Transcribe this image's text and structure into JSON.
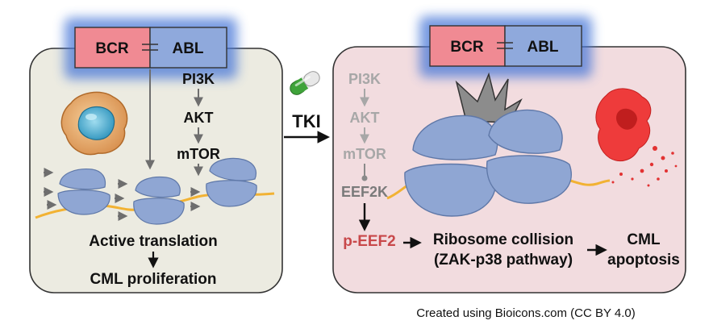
{
  "left_panel": {
    "fusion": {
      "left": "BCR",
      "right": "ABL"
    },
    "pathway": [
      "PI3K",
      "AKT",
      "mTOR"
    ],
    "outcome_top": "Active translation",
    "outcome_bottom": "CML proliferation"
  },
  "treatment": {
    "label": "TKI"
  },
  "right_panel": {
    "fusion": {
      "left": "BCR",
      "right": "ABL"
    },
    "pathway": [
      "PI3K",
      "AKT",
      "mTOR",
      "EEF2K"
    ],
    "phospho": "p-EEF2",
    "collision_line1": "Ribosome collision",
    "collision_line2": "(ZAK-p38 pathway)",
    "result_line1": "CML",
    "result_line2": "apoptosis"
  },
  "credit": "Created using Bioicons.com (CC BY 4.0)",
  "colors": {
    "bcr": "#f08a93",
    "abl": "#8fa9dc",
    "glow": "#4a78d8",
    "left_panel_bg": "#ecebe1",
    "right_panel_bg": "#f2dcdf",
    "ribosome": "#8fa6d3",
    "mrna": "#f2b233",
    "peef2": "#c8484a",
    "faded": "#a7a7a7"
  }
}
